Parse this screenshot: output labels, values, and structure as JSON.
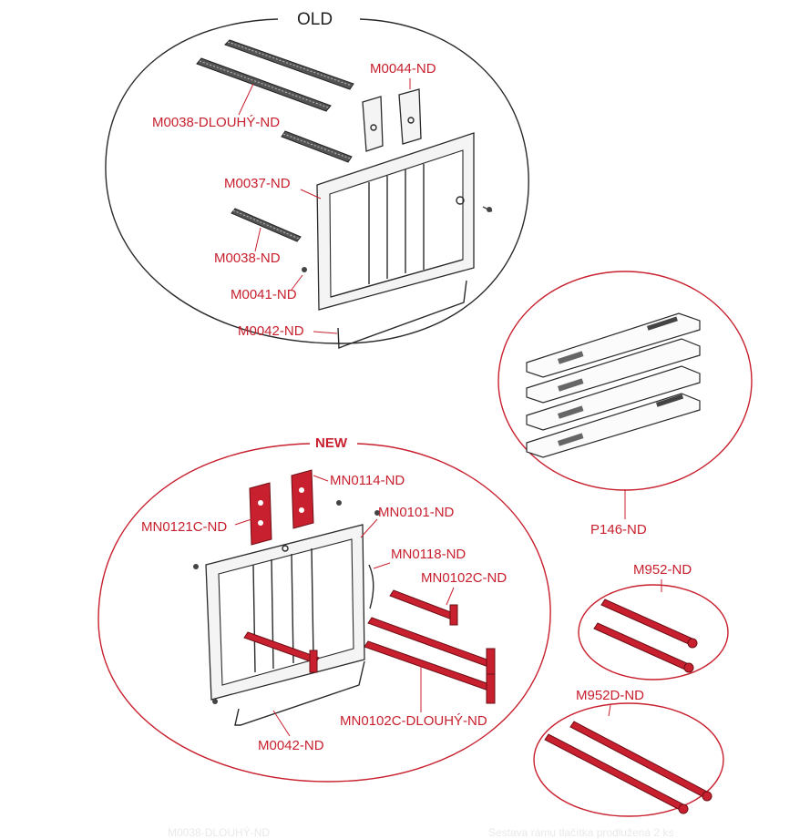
{
  "sections": {
    "old_title": "OLD",
    "new_title": "NEW"
  },
  "labels": {
    "m0044": "M0044-ND",
    "m0038_dlouhy": "M0038-DLOUHÝ-ND",
    "m0037": "M0037-ND",
    "m0038": "M0038-ND",
    "m0041": "M0041-ND",
    "m0042_old": "M0042-ND",
    "p146": "P146-ND",
    "mn0114": "MN0114-ND",
    "mn0121c": "MN0121C-ND",
    "mn0101": "MN0101-ND",
    "mn0118": "MN0118-ND",
    "mn0102c": "MN0102C-ND",
    "mn0102c_dlouhy": "MN0102C-DLOUHÝ-ND",
    "m0042_new": "M0042-ND",
    "m952": "M952-ND",
    "m952d": "M952D-ND"
  },
  "footer": {
    "left": "M0038-DLOUHÝ-ND",
    "right": "Sestava rámu tlačítka prodlužená 2 ks"
  },
  "colors": {
    "accent_red": "#c8202e",
    "outline_dark": "#2a2a2a"
  }
}
